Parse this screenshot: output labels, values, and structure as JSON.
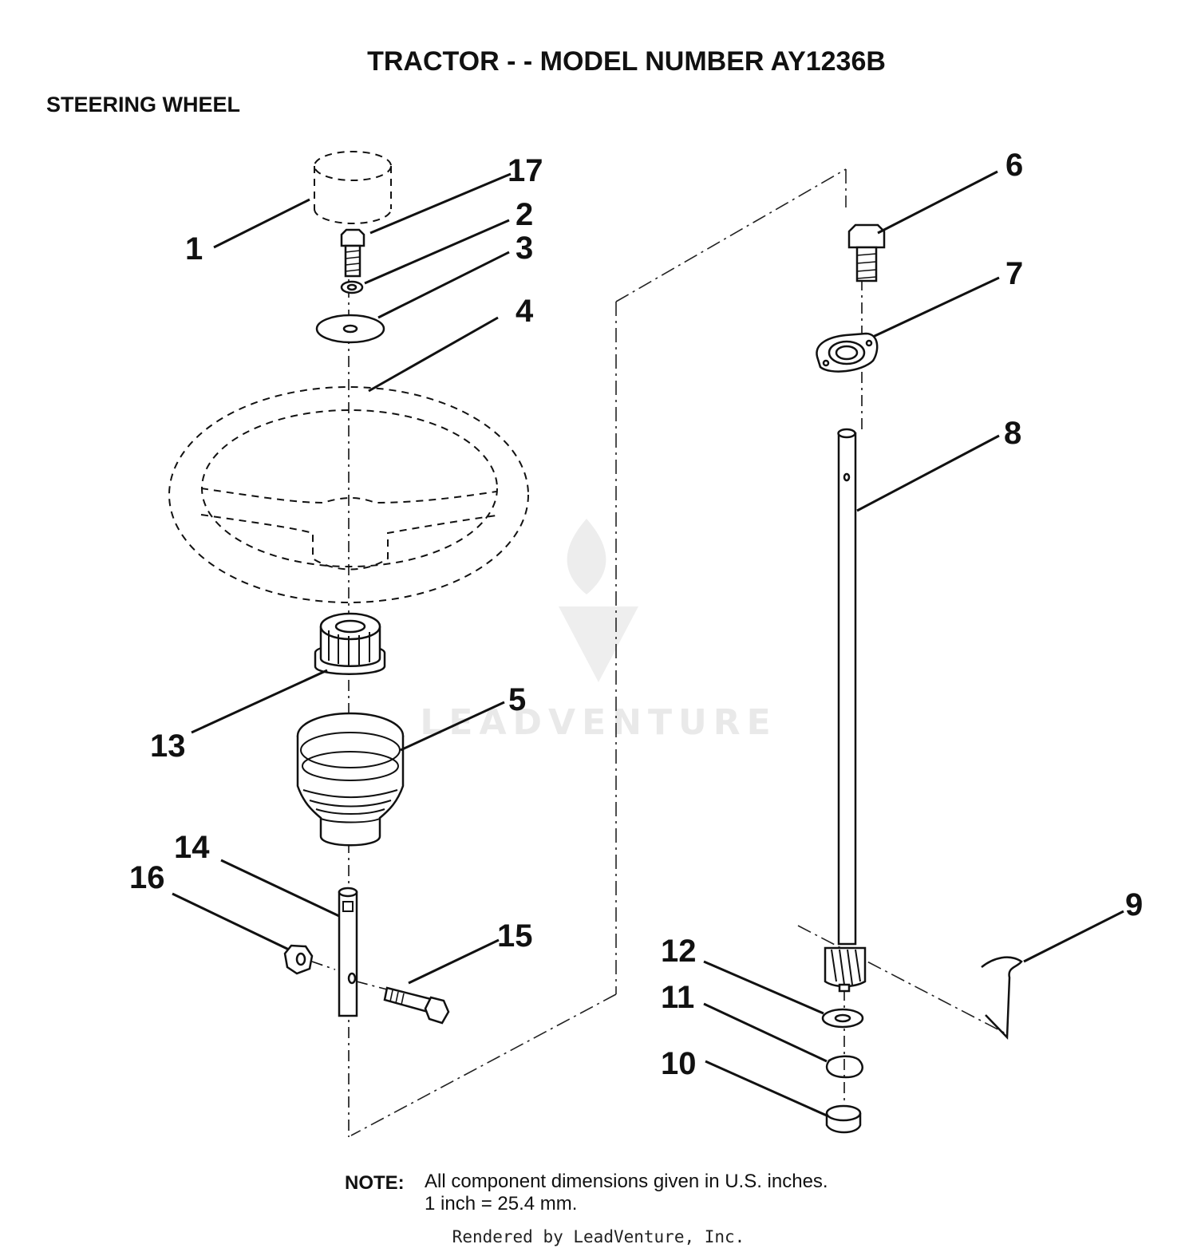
{
  "header": {
    "title": "TRACTOR - - MODEL NUMBER  AY1236B",
    "section": "STEERING WHEEL"
  },
  "callouts": [
    "1",
    "2",
    "3",
    "4",
    "5",
    "6",
    "7",
    "8",
    "9",
    "10",
    "11",
    "12",
    "13",
    "14",
    "15",
    "16",
    "17"
  ],
  "watermark": "LEADVENTURE",
  "note": {
    "label": "NOTE:",
    "line1": "All component dimensions given in U.S. inches.",
    "line2": "1 inch = 25.4 mm."
  },
  "credit": "Rendered by LeadVenture, Inc."
}
